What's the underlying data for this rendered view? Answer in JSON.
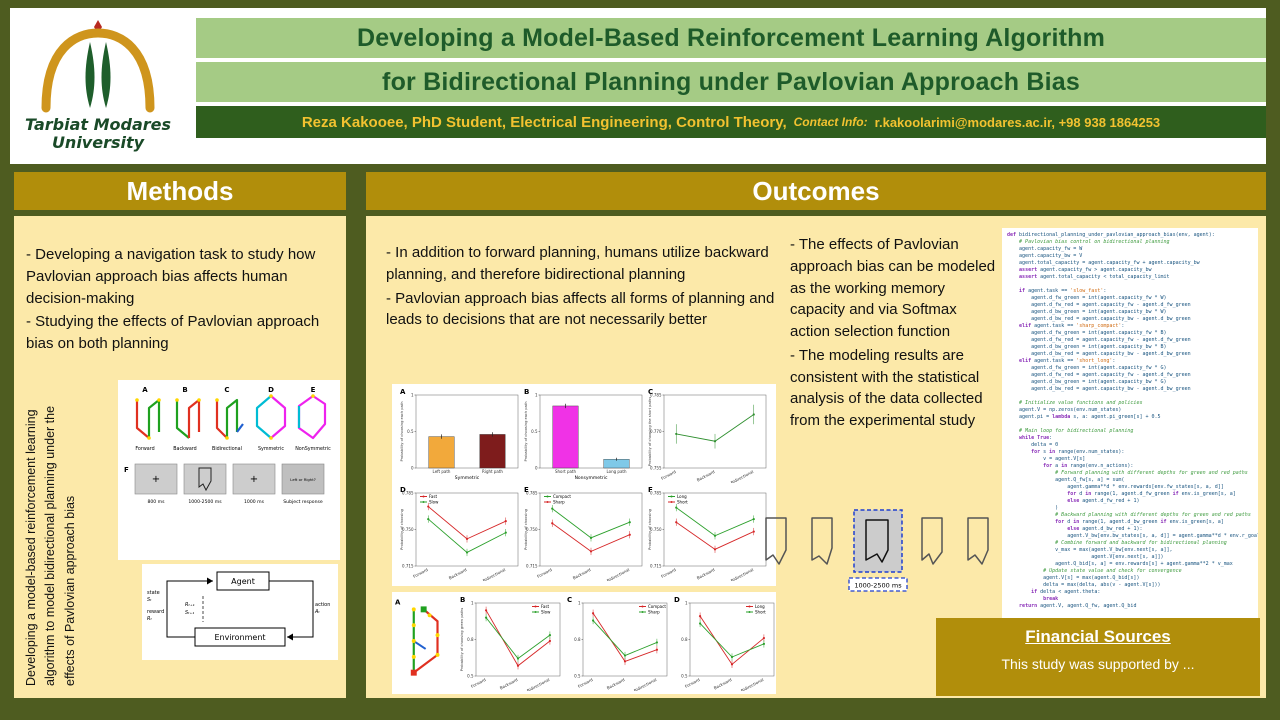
{
  "poster": {
    "title_line1": "Developing a Model-Based Reinforcement Learning Algorithm",
    "title_line2": "for Bidirectional Planning under Pavlovian Approach Bias",
    "author_main": "Reza Kakooee,  PhD Student,  Electrical Engineering,  Control Theory,",
    "contact_label": "Contact Info:",
    "contact_value": "r.kakoolarimi@modares.ac.ir, +98 938 1864253"
  },
  "logo": {
    "line1": "Tarbiat Modares",
    "line2": "University"
  },
  "methods": {
    "header": "Methods",
    "bullet1": "- Developing a navigation task to study how Pavlovian approach bias affects human decision-making",
    "bullet2": "- Studying the effects of Pavlovian approach bias on both planning",
    "rotated_text": "Developing a model-based reinforcement learning algorithm to model bidirectional planning under the effects of Pavlovian approach bias",
    "maze_labels": [
      "A",
      "B",
      "C",
      "D",
      "E"
    ],
    "maze_captions": [
      "Forward",
      "Backward",
      "Bidirectional",
      "Symmetric",
      "NonSymmetric"
    ],
    "timeline_label": "F",
    "fixation": "+",
    "response_text": "Left or Right?",
    "timeline_captions": [
      "800 ms",
      "1000-2500 ms",
      "1000 ms",
      "Subject response"
    ],
    "rl": {
      "agent": "Agent",
      "environment": "Environment",
      "state": "state",
      "state_sym": "Sₜ",
      "reward": "reward",
      "reward_sym": "Rₜ",
      "action": "action",
      "action_sym": "Aₜ",
      "r_next": "Rₜ₊₁",
      "s_next": "Sₜ₊₁"
    }
  },
  "outcomes": {
    "header": "Outcomes",
    "bullet1": "- In addition to forward planning, humans utilize backward planning, and therefore bidirectional planning",
    "bullet2": "- Pavlovian approach bias affects all forms of planning and leads to decisions that are not necessarily better",
    "bullet3": "- The effects of Pavlovian approach bias can be modeled as the working memory capacity and via Softmax action selection function",
    "bullet4": "- The modeling results are consistent with the statistical analysis of the data collected from the experimental study",
    "stimulus_label": "1000-2500 ms",
    "code_lines": [
      "def bidirectional_planning_under_pavlovian_approach_bias(env, agent):",
      "    # Pavlovian bias control on bidirectional planning",
      "    agent.capacity_fw = W",
      "    agent.capacity_bw = V",
      "    agent.total_capacity = agent.capacity_fw + agent.capacity_bw",
      "    assert agent.capacity_fw > agent.capacity_bw",
      "    assert agent.total_capacity < total_capacity_limit",
      "",
      "    if agent.task == 'slow_fast':",
      "        agent.d_fw_green = int(agent.capacity_fw * W)",
      "        agent.d_fw_red = agent.capacity_fw - agent.d_fw_green",
      "        agent.d_bw_green = int(agent.capacity_bw * W)",
      "        agent.d_bw_red = agent.capacity_bw - agent.d_bw_green",
      "    elif agent.task == 'sharp_compact':",
      "        agent.d_fw_green = int(agent.capacity_fw * B)",
      "        agent.d_fw_red = agent.capacity_fw - agent.d_fw_green",
      "        agent.d_bw_green = int(agent.capacity_bw * B)",
      "        agent.d_bw_red = agent.capacity_bw - agent.d_bw_green",
      "    elif agent.task == 'short_long':",
      "        agent.d_fw_green = int(agent.capacity_fw * G)",
      "        agent.d_fw_red = agent.capacity_fw - agent.d_fw_green",
      "        agent.d_bw_green = int(agent.capacity_bw * G)",
      "        agent.d_bw_red = agent.capacity_bw - agent.d_bw_green",
      "",
      "    # Initialize value functions and policies",
      "    agent.V = np.zeros(env.num_states)",
      "    agent.pi = lambda s, a: agent.pi_green[s] + 0.5",
      "",
      "    # Main loop for bidirectional planning",
      "    while True:",
      "        delta = 0",
      "        for s in range(env.num_states):",
      "            v = agent.V[s]",
      "            for a in range(env.n_actions):",
      "                # Forward planning with different depths for green and red paths",
      "                agent.Q_fw[s, a] = sum(",
      "                    agent.gamma**d * env.rewards[env.fw_states[s, a, d]]",
      "                    for d in range(1, agent.d_fw_green if env.is_green[s, a]",
      "                    else agent.d_fw_red + 1)",
      "                )",
      "                # Backward planning with different depths for green and red paths",
      "                for d in range(1, agent.d_bw_green if env.is_green[s, a]",
      "                    else agent.d_bw_red + 1):",
      "                    agent.V_bw[env.bw_states[s, a, d]] = agent.gamma**d * env.r_goal",
      "                # Combine forward and backward for bidirectional planning",
      "                v_max = max(agent.V_bw[env.next[s, a]],",
      "                            agent.V[env.next[s, a]])",
      "                agent.Q_bid[s, a] = env.rewards[s] + agent.gamma**2 * v_max",
      "            # Update state value and check for convergence",
      "            agent.V[s] = max(agent.Q_bid[s])",
      "            delta = max(delta, abs(v - agent.V[s]))",
      "        if delta < agent.theta:",
      "            break",
      "    return agent.V, agent.Q_fw, agent.Q_bid"
    ]
  },
  "financial": {
    "title": "Financial Sources",
    "body": "This study was supported by ..."
  },
  "chart_data": [
    {
      "slot": "top-A",
      "type": "bar",
      "panel_label": "A",
      "categories": [
        "Left path",
        "Right path"
      ],
      "values": [
        0.43,
        0.46
      ],
      "errors": [
        0.03,
        0.03
      ],
      "colors": [
        "#f2a93b",
        "#7e1c1c"
      ],
      "xlabel": "Symmetric",
      "ylabel": "Probability of choosing each path",
      "ylim": [
        0,
        1
      ]
    },
    {
      "slot": "top-B",
      "type": "bar",
      "panel_label": "B",
      "categories": [
        "Short path",
        "Long path"
      ],
      "values": [
        0.85,
        0.12
      ],
      "errors": [
        0.03,
        0.02
      ],
      "colors": [
        "#f032e6",
        "#7fc9e8"
      ],
      "xlabel": "Nonsymmetric",
      "ylabel": "Probability of choosing each path",
      "ylim": [
        0,
        1
      ]
    },
    {
      "slot": "top-C",
      "type": "line",
      "panel_label": "C",
      "categories": [
        "Forward",
        "Backward",
        "Bidirectional"
      ],
      "series": [
        {
          "name": "",
          "color": "#2f8f2f",
          "values": [
            0.769,
            0.766,
            0.777
          ],
          "errors": [
            0.004,
            0.003,
            0.004
          ]
        }
      ],
      "ylim": [
        0.755,
        0.785
      ],
      "ylabel": "Probability of choosing the short paths"
    },
    {
      "slot": "top-D",
      "type": "line",
      "panel_label": "D",
      "categories": [
        "Forward",
        "Backward",
        "Bidirectional"
      ],
      "series": [
        {
          "name": "Fast",
          "color": "#d62728",
          "values": [
            0.772,
            0.741,
            0.758
          ]
        },
        {
          "name": "Slow",
          "color": "#2ca02c",
          "values": [
            0.76,
            0.728,
            0.747
          ]
        }
      ],
      "ylim": [
        0.715,
        0.785
      ],
      "ylabel": "Probability of choosing"
    },
    {
      "slot": "top-E",
      "type": "line",
      "panel_label": "E",
      "categories": [
        "Forward",
        "Backward",
        "Bidirectional"
      ],
      "series": [
        {
          "name": "Compact",
          "color": "#2ca02c",
          "values": [
            0.77,
            0.742,
            0.757
          ]
        },
        {
          "name": "Sharp",
          "color": "#d62728",
          "values": [
            0.756,
            0.729,
            0.745
          ]
        }
      ],
      "ylim": [
        0.715,
        0.785
      ],
      "ylabel": "Probability of choosing"
    },
    {
      "slot": "top-F",
      "type": "line",
      "panel_label": "F",
      "categories": [
        "Forward",
        "Backward",
        "Bidirectional"
      ],
      "series": [
        {
          "name": "Long",
          "color": "#2ca02c",
          "values": [
            0.771,
            0.744,
            0.76
          ]
        },
        {
          "name": "Short",
          "color": "#d62728",
          "values": [
            0.757,
            0.731,
            0.748
          ]
        }
      ],
      "ylim": [
        0.715,
        0.785
      ],
      "ylabel": "Probability of choosing"
    },
    {
      "slot": "bottom-B",
      "type": "line",
      "panel_label": "B",
      "legend_pos": "tr",
      "categories": [
        "Forward",
        "Backward",
        "Bidirectional"
      ],
      "series": [
        {
          "name": "Fast",
          "color": "#d62728",
          "values": [
            0.95,
            0.57,
            0.74
          ]
        },
        {
          "name": "Slow",
          "color": "#2ca02c",
          "values": [
            0.9,
            0.62,
            0.78
          ]
        }
      ],
      "ylim": [
        0.5,
        1.0
      ],
      "ylabel": "Probability of choosing green paths"
    },
    {
      "slot": "bottom-C",
      "type": "line",
      "panel_label": "C",
      "legend_pos": "tr",
      "categories": [
        "Forward",
        "Backward",
        "Bidirectional"
      ],
      "series": [
        {
          "name": "Compact",
          "color": "#d62728",
          "values": [
            0.93,
            0.6,
            0.68
          ]
        },
        {
          "name": "Sharp",
          "color": "#2ca02c",
          "values": [
            0.88,
            0.64,
            0.73
          ]
        }
      ],
      "ylim": [
        0.5,
        1.0
      ]
    },
    {
      "slot": "bottom-D",
      "type": "line",
      "panel_label": "D",
      "legend_pos": "tr",
      "categories": [
        "Forward",
        "Backward",
        "Bidirectional"
      ],
      "series": [
        {
          "name": "Long",
          "color": "#d62728",
          "values": [
            0.91,
            0.58,
            0.76
          ]
        },
        {
          "name": "Short",
          "color": "#2ca02c",
          "values": [
            0.86,
            0.63,
            0.72
          ]
        }
      ],
      "ylim": [
        0.5,
        1.0
      ]
    }
  ]
}
